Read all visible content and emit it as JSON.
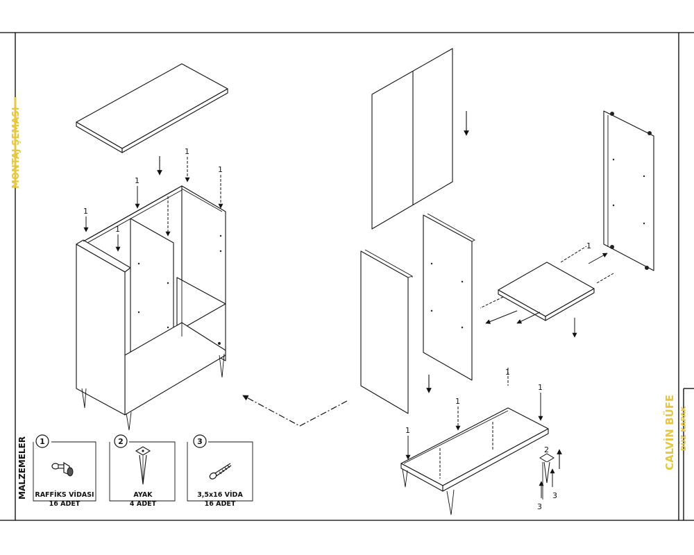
{
  "sheet": {
    "title": "MONTAJ ŞEMASI",
    "materials_heading": "MALZEMELER",
    "product_name": "CALVİN BÜFE",
    "product_variant": "DÜZ KAPAK",
    "accent_color": "#e9c73b"
  },
  "materials": [
    {
      "number": "1",
      "name": "RAFFİKS VİDASI",
      "quantity": "16 ADET",
      "icon": "cam-lock-screw-icon"
    },
    {
      "number": "2",
      "name": "AYAK",
      "quantity": "4 ADET",
      "icon": "leg-icon"
    },
    {
      "number": "3",
      "name": "3,5x16 VİDA",
      "quantity": "16 ADET",
      "icon": "wood-screw-icon"
    }
  ],
  "callouts": {
    "cam_lock": "1",
    "leg": "2",
    "screw": "3"
  }
}
